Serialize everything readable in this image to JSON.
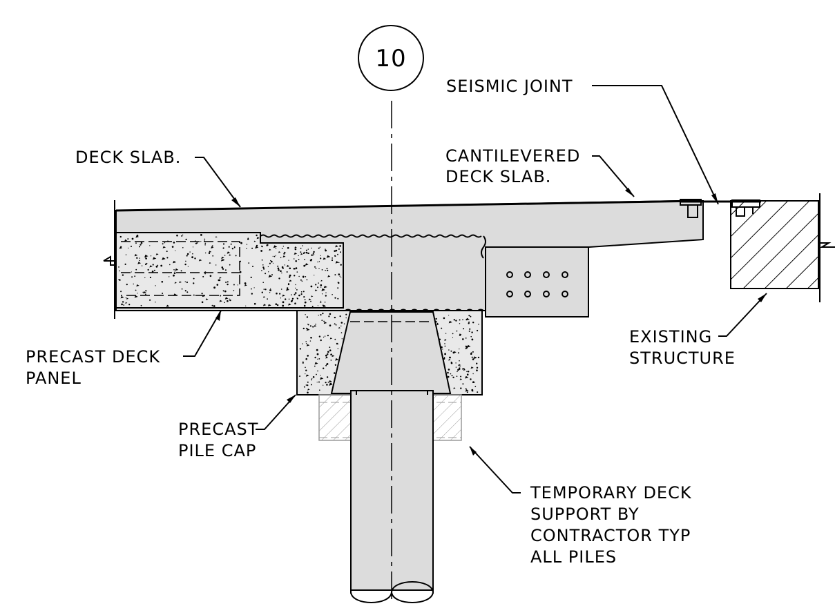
{
  "grid_marker": "10",
  "labels": {
    "seismic_joint": "SEISMIC JOINT",
    "deck_slab": "DECK SLAB.",
    "cantilevered_1": "CANTILEVERED",
    "cantilevered_2": "DECK SLAB.",
    "precast_deck_1": "PRECAST DECK",
    "precast_deck_2": "PANEL",
    "existing_1": "EXISTING",
    "existing_2": "STRUCTURE",
    "pile_cap_1": "PRECAST",
    "pile_cap_2": "PILE CAP",
    "temp_1": "TEMPORARY DECK",
    "temp_2": "SUPPORT BY",
    "temp_3": "CONTRACTOR TYP",
    "temp_4": "ALL PILES"
  },
  "colors": {
    "line": "#000000",
    "concrete_fill": "#dcdcdc",
    "speckle": "#000000",
    "temporary_support": "#9a9a9a"
  }
}
